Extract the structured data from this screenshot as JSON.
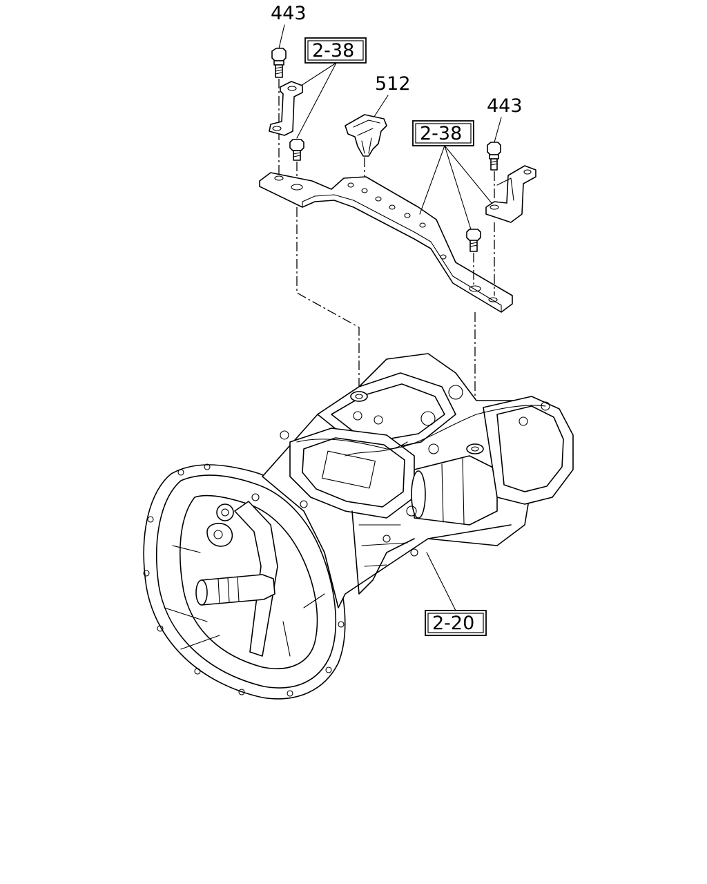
{
  "callouts": {
    "bolt_top_left": "443",
    "bolt_top_right": "443",
    "clip": "512",
    "ref_bracket_left": "2-38",
    "ref_bracket_right": "2-38",
    "ref_transmission": "2-20"
  }
}
